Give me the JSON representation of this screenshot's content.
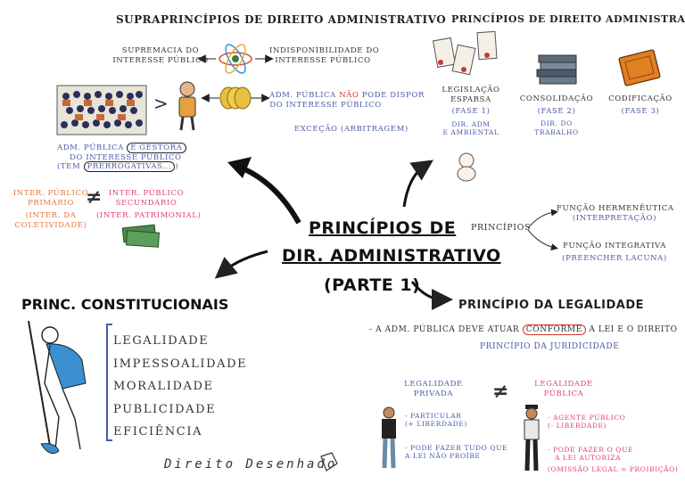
{
  "supra": {
    "title": "SUPRAPRINCÍPIOS DE DIREITO ADMINISTRATIVO",
    "supremacia_l1": "SUPREMACIA DO",
    "supremacia_l2": "INTERESSE PÚBLICO",
    "indisp_l1": "INDISPONIBILIDADE DO",
    "indisp_l2": "INTERESSE PÚBLICO",
    "gt_symbol": ">",
    "adm_nao_a": "ADM. PÚBLICA ",
    "adm_nao_b": "NÃO",
    "adm_nao_c": " PODE DISPOR",
    "adm_nao_l2": "DO INTERESSE PÚBLICO",
    "excecao": "EXCEÇÃO (ARBITRAGEM)",
    "gestora_a": "ADM. PÚBLICA ",
    "gestora_b": "É GESTORA",
    "gestora_l2": "DO INTERESSE PÚBLICO",
    "prerrog_a": "(TEM ",
    "prerrog_b": "PRERROGATIVAS...",
    "prerrog_c": ")",
    "primario_l1": "INTER. PÚBLICO",
    "primario_l2": "PRIMÁRIO",
    "primario_l3": "(INTER. DA",
    "primario_l4": "COLETIVIDADE)",
    "neq_symbol": "≠",
    "secundario_l1": "INTER. PÚBLICO",
    "secundario_l2": "SECUNDÁRIO",
    "secundario_l3": "(INTER. PATRIMONIAL)"
  },
  "principios": {
    "title": "PRINCÍPIOS DE DIREITO ADMINISTRATIVO",
    "leg_l1": "LEGISLAÇÃO",
    "leg_l2": "ESPARSA",
    "leg_fase": "(FASE 1)",
    "leg_ex1": "DIR. ADM",
    "leg_ex2": "E AMBIENTAL",
    "cons_l1": "CONSOLIDAÇÃO",
    "cons_fase": "(FASE 2)",
    "cons_ex1": "DIR. DO",
    "cons_ex2": "TRABALHO",
    "cod_l1": "CODIFICAÇÃO",
    "cod_fase": "(FASE 3)"
  },
  "center": {
    "line1": "PRINCÍPIOS DE",
    "line2": "DIR. ADMINISTRATIVO",
    "line3": "(PARTE 1)"
  },
  "funcoes": {
    "principios": "PRINCÍPIOS",
    "herm": "FUNÇÃO HERMENÊUTICA",
    "herm_sub": "(INTERPRETAÇÃO)",
    "integ": "FUNÇÃO INTEGRATIVA",
    "integ_sub": "(PREENCHER LACUNA)"
  },
  "constitucionais": {
    "title": "PRINC.  CONSTITUCIONAIS",
    "items": [
      "LEGALIDADE",
      "IMPESSOALIDADE",
      "MORALIDADE",
      "PUBLICIDADE",
      "EFICIÊNCIA"
    ]
  },
  "legalidade": {
    "title": "PRINCÍPIO DA LEGALIDADE",
    "desc_a": "- A ADM. PÚBLICA DEVE ATUAR ",
    "desc_b": "CONFORME",
    "desc_c": " A LEI E O DIREITO",
    "desc_l2": "PRINCÍPIO DA JURIDICIDADE",
    "priv_l1": "LEGALIDADE",
    "priv_l2": "PRIVADA",
    "neq_symbol": "≠",
    "pub_l1": "LEGALIDADE",
    "pub_l2": "PÚBLICA",
    "priv_b1_l1": "- PARTICULAR",
    "priv_b1_l2": "(+ LIBERDADE)",
    "priv_b2_l1": "- PODE FAZER TUDO QUE",
    "priv_b2_l2": "A LEI NÃO PROÍBE",
    "pub_b1_l1": "- AGENTE PÚBLICO",
    "pub_b1_l2": "(- LIBERDADE)",
    "pub_b2_l1": "- PODE FAZER O QUE",
    "pub_b2_l2": "A LEI AUTORIZA",
    "pub_b2_l3": "(OMISSÃO LEGAL = PROIBIÇÃO)"
  },
  "signature": "Direito Desenhado"
}
